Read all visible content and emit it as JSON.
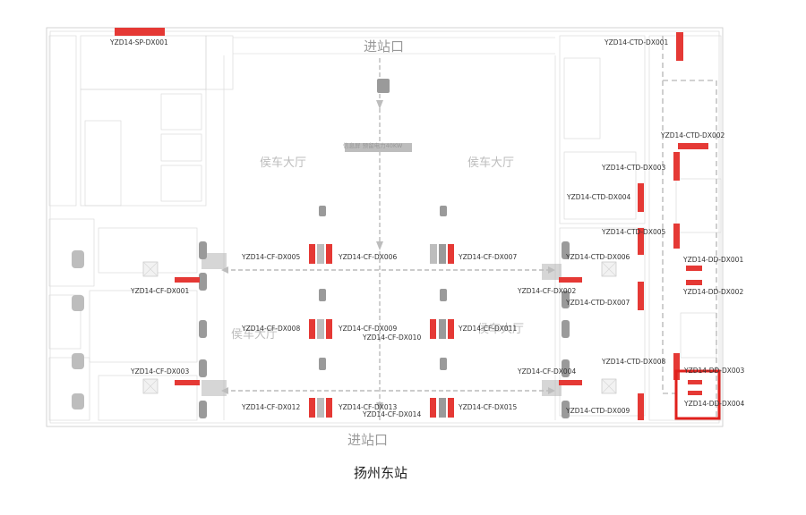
{
  "caption": "扬州东站",
  "entrances": {
    "top": "进站口",
    "bottom": "进站口"
  },
  "halls": {
    "upper_left": "侯车大厅",
    "upper_right": "侯车大厅",
    "lower_left": "侯车大厅",
    "lower_right": "侯车大厅"
  },
  "power_note": "信息屏 预留电力40KW",
  "labels": {
    "sp001": "YZD14-SP-DX001",
    "ctd001": "YZD14-CTD-DX001",
    "ctd002": "YZD14-CTD-DX002",
    "ctd003": "YZD14-CTD-DX003",
    "ctd004": "YZD14-CTD-DX004",
    "ctd005": "YZD14-CTD-DX005",
    "ctd006": "YZD14-CTD-DX006",
    "ctd007": "YZD14-CTD-DX007",
    "ctd008": "YZD14-CTD-DX008",
    "ctd009": "YZD14-CTD-DX009",
    "dd001": "YZD14-DD-DX001",
    "dd002": "YZD14-DD-DX002",
    "dd003": "YZD14-DD-DX003",
    "dd004": "YZD14-DD-DX004",
    "cf001": "YZD14-CF-DX001",
    "cf002": "YZD14-CF-DX002",
    "cf003": "YZD14-CF-DX003",
    "cf004": "YZD14-CF-DX004",
    "cf005": "YZD14-CF-DX005",
    "cf006": "YZD14-CF-DX006",
    "cf007": "YZD14-CF-DX007",
    "cf008": "YZD14-CF-DX008",
    "cf009": "YZD14-CF-DX009",
    "cf010": "YZD14-CF-DX010",
    "cf011": "YZD14-CF-DX011",
    "cf012": "YZD14-CF-DX012",
    "cf013": "YZD14-CF-DX013",
    "cf014": "YZD14-CF-DX014",
    "cf015": "YZD14-CF-DX015"
  },
  "colors": {
    "ad_slot": "#e53935",
    "highlight": "#e0201c",
    "fixture": "#9a9a9a"
  }
}
